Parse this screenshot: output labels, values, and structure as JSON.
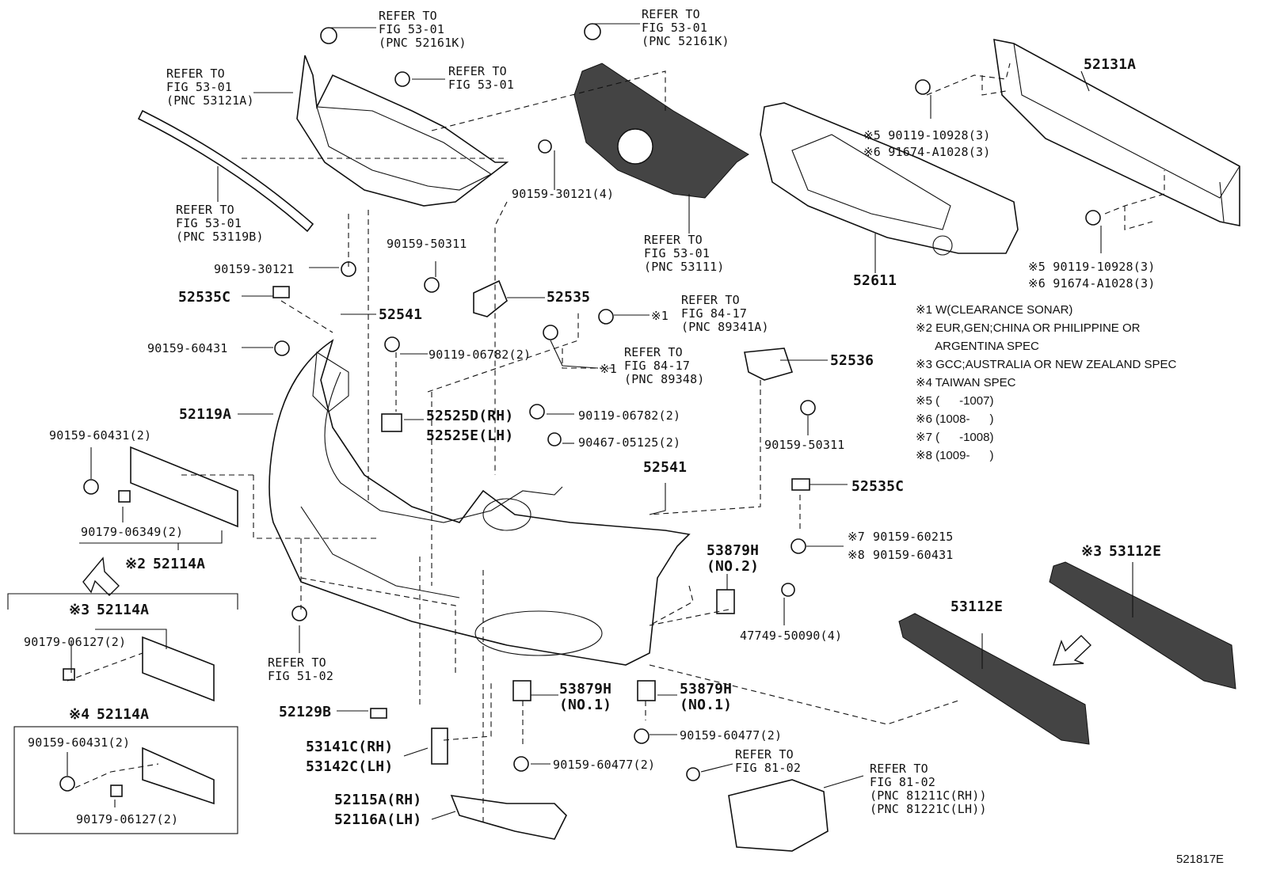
{
  "diagram_id": "521817E",
  "callouts": {
    "c_52161k_left": "REFER TO\nFIG 53-01\n(PNC 52161K)",
    "c_52161k_right": "REFER TO\nFIG 53-01\n(PNC 52161K)",
    "c_53121a": "REFER TO\nFIG 53-01\n(PNC 53121A)",
    "c_5301_clip": "REFER TO\nFIG 53-01",
    "c_53119b": "REFER TO\nFIG 53-01\n(PNC 53119B)",
    "c_53111": "REFER TO\nFIG 53-01\n(PNC 53111)",
    "c_89341a": "REFER TO\nFIG 84-17\n(PNC 89341A)",
    "c_89348": "REFER TO\nFIG 84-17\n(PNC 89348)",
    "c_5102": "REFER TO\nFIG 51-02",
    "c_8102_bolt": "REFER TO\nFIG 81-02",
    "c_8102_lamp": "REFER TO\nFIG 81-02\n(PNC 81211C(RH))\n(PNC 81221C(LH))"
  },
  "parts": {
    "p52131a": "52131A",
    "p90119_10928_a": "※5 90119-10928(3)",
    "p91674_a1028_a": "※6 91674-A1028(3)",
    "p90119_10928_b": "※5 90119-10928(3)",
    "p91674_a1028_b": "※6 91674-A1028(3)",
    "p52611": "52611",
    "p90159_30121_4": "90159-30121(4)",
    "p90159_30121": "90159-30121",
    "p90159_50311_a": "90159-50311",
    "p52535": "52535",
    "p52535c_a": "52535C",
    "p52541_a": "52541",
    "p90159_60431": "90159-60431",
    "p90119_06782_a": "90119-06782(2)",
    "p52536": "52536",
    "p90159_50311_b": "90159-50311",
    "p52119a": "52119A",
    "p52525d": "52525D(RH)",
    "p52525e": "52525E(LH)",
    "p90119_06782_b": "90119-06782(2)",
    "p90467_05125": "90467-05125(2)",
    "p90159_60431_2": "90159-60431(2)",
    "p90179_06349": "90179-06349(2)",
    "p52114a_2": "52114A",
    "p52541_b": "52541",
    "p52535c_b": "52535C",
    "p90159_60215": "90159-60215",
    "p90159_60431_8": "90159-60431",
    "p53879h_no2": "53879H\n(NO.2)",
    "p47749_50090": "47749-50090(4)",
    "p53112e_3": "53112E",
    "p53112e": "53112E",
    "p52114a_3": "52114A",
    "p90179_06127_a": "90179-06127(2)",
    "p52114a_4": "52114A",
    "p90159_60431_b": "90159-60431(2)",
    "p90179_06127_b": "90179-06127(2)",
    "p53879h_no1_a": "53879H\n(NO.1)",
    "p53879h_no1_b": "53879H\n(NO.1)",
    "p52129b": "52129B",
    "p90159_60477_a": "90159-60477(2)",
    "p90159_60477_b": "90159-60477(2)",
    "p53141c": "53141C(RH)",
    "p53142c": "53142C(LH)",
    "p52115a": "52115A(RH)",
    "p52116a": "52116A(LH)"
  },
  "marks": {
    "m1a": "※1",
    "m1b": "※1",
    "m2": "※2",
    "m3a": "※3",
    "m3b": "※3",
    "m4": "※4",
    "m7": "※7",
    "m8": "※8"
  },
  "notes": [
    "※1 W(CLEARANCE SONAR)",
    "※2 EUR,GEN;CHINA OR PHILIPPINE OR",
    "      ARGENTINA SPEC",
    "※3 GCC;AUSTRALIA OR NEW ZEALAND SPEC",
    "※4 TAIWAN SPEC",
    "※5 (      -1007)",
    "※6 (1008-      )",
    "※7 (      -1008)",
    "※8 (1009-      )"
  ]
}
